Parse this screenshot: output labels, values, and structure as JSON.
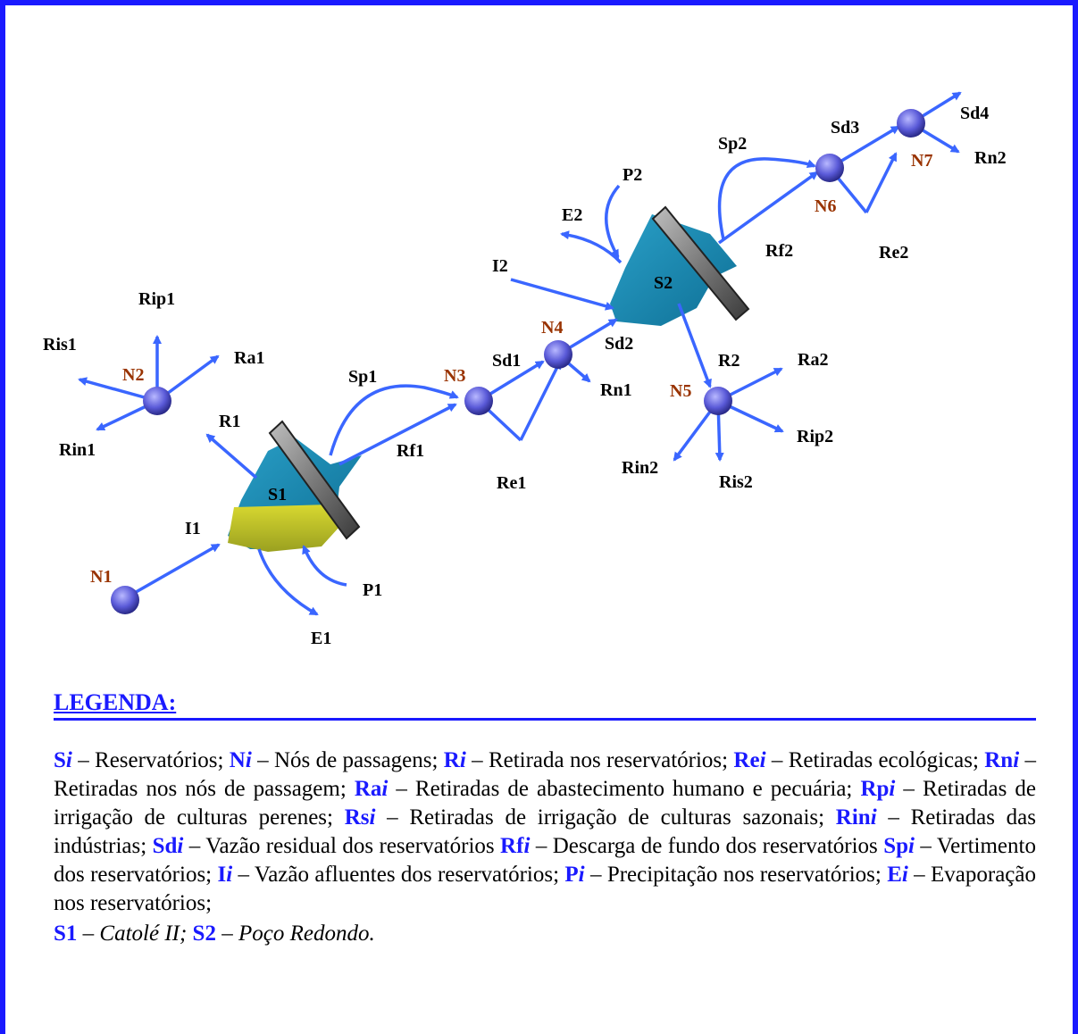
{
  "labels": {
    "Rip1": "Rip1",
    "Ris1": "Ris1",
    "Ra1": "Ra1",
    "N2": "N2",
    "R1": "R1",
    "Rin1": "Rin1",
    "Sp1": "Sp1",
    "N3": "N3",
    "N4": "N4",
    "Sd1": "Sd1",
    "Rn1": "Rn1",
    "Rf1": "Rf1",
    "Re1": "Re1",
    "S1": "S1",
    "I1": "I1",
    "N1": "N1",
    "P1": "P1",
    "E1": "E1",
    "I2": "I2",
    "E2": "E2",
    "P2": "P2",
    "S2": "S2",
    "Sd2": "Sd2",
    "R2": "R2",
    "N5": "N5",
    "Ra2": "Ra2",
    "Rip2": "Rip2",
    "Rin2": "Rin2",
    "Ris2": "Ris2",
    "Sp2": "Sp2",
    "Sd3": "Sd3",
    "Sd4": "Sd4",
    "N6": "N6",
    "N7": "N7",
    "Rn2": "Rn2",
    "Rf2": "Rf2",
    "Re2": "Re2"
  },
  "legend": {
    "title": "LEGENDA:",
    "items": [
      {
        "k": "S",
        "i": "i",
        "t": " – Reservatórios; "
      },
      {
        "k": "N",
        "i": "i",
        "t": " – Nós de passagens; "
      },
      {
        "k": "R",
        "i": "i",
        "t": " – Retirada nos reservatórios; "
      },
      {
        "k": "Re",
        "i": "i",
        "t": " – Retiradas ecológicas; "
      },
      {
        "k": "Rn",
        "i": "i",
        "t": " – Retiradas nos nós de passagem; "
      },
      {
        "k": "Ra",
        "i": "i",
        "t": " – Retiradas de abastecimento humano e pecuária; "
      },
      {
        "k": "Rp",
        "i": "i",
        "t": " – Retiradas de irrigação de culturas perenes;  "
      },
      {
        "k": "Rs",
        "i": "i",
        "t": " – Retiradas de irrigação de culturas sazonais; "
      },
      {
        "k": "Rin",
        "i": "i",
        "t": " – Retiradas das indústrias; "
      },
      {
        "k": "Sd",
        "i": "i",
        "t": " – Vazão residual dos reservatórios "
      },
      {
        "k": "Rf",
        "i": "i",
        "t": " – Descarga de fundo dos reservatórios "
      },
      {
        "k": "Sp",
        "i": "i",
        "t": " – Vertimento dos reservatórios; "
      },
      {
        "k": "I",
        "i": "i",
        "t": " – Vazão afluentes dos reservatórios; "
      },
      {
        "k": "P",
        "i": "i",
        "t": " – Precipitação nos reservatórios; "
      },
      {
        "k": "E",
        "i": "i",
        "t": " – Evaporação nos reservatórios;"
      }
    ],
    "s1_key": "S1",
    "s1_name": "Catolé II;",
    "s2_key": "S2",
    "s2_name": "Poço Redondo.",
    "dash": " – "
  },
  "colors": {
    "accent": "#1a1aff",
    "arrow": "#3a66ff",
    "node": "#5555dd",
    "node_label": "#993300"
  }
}
